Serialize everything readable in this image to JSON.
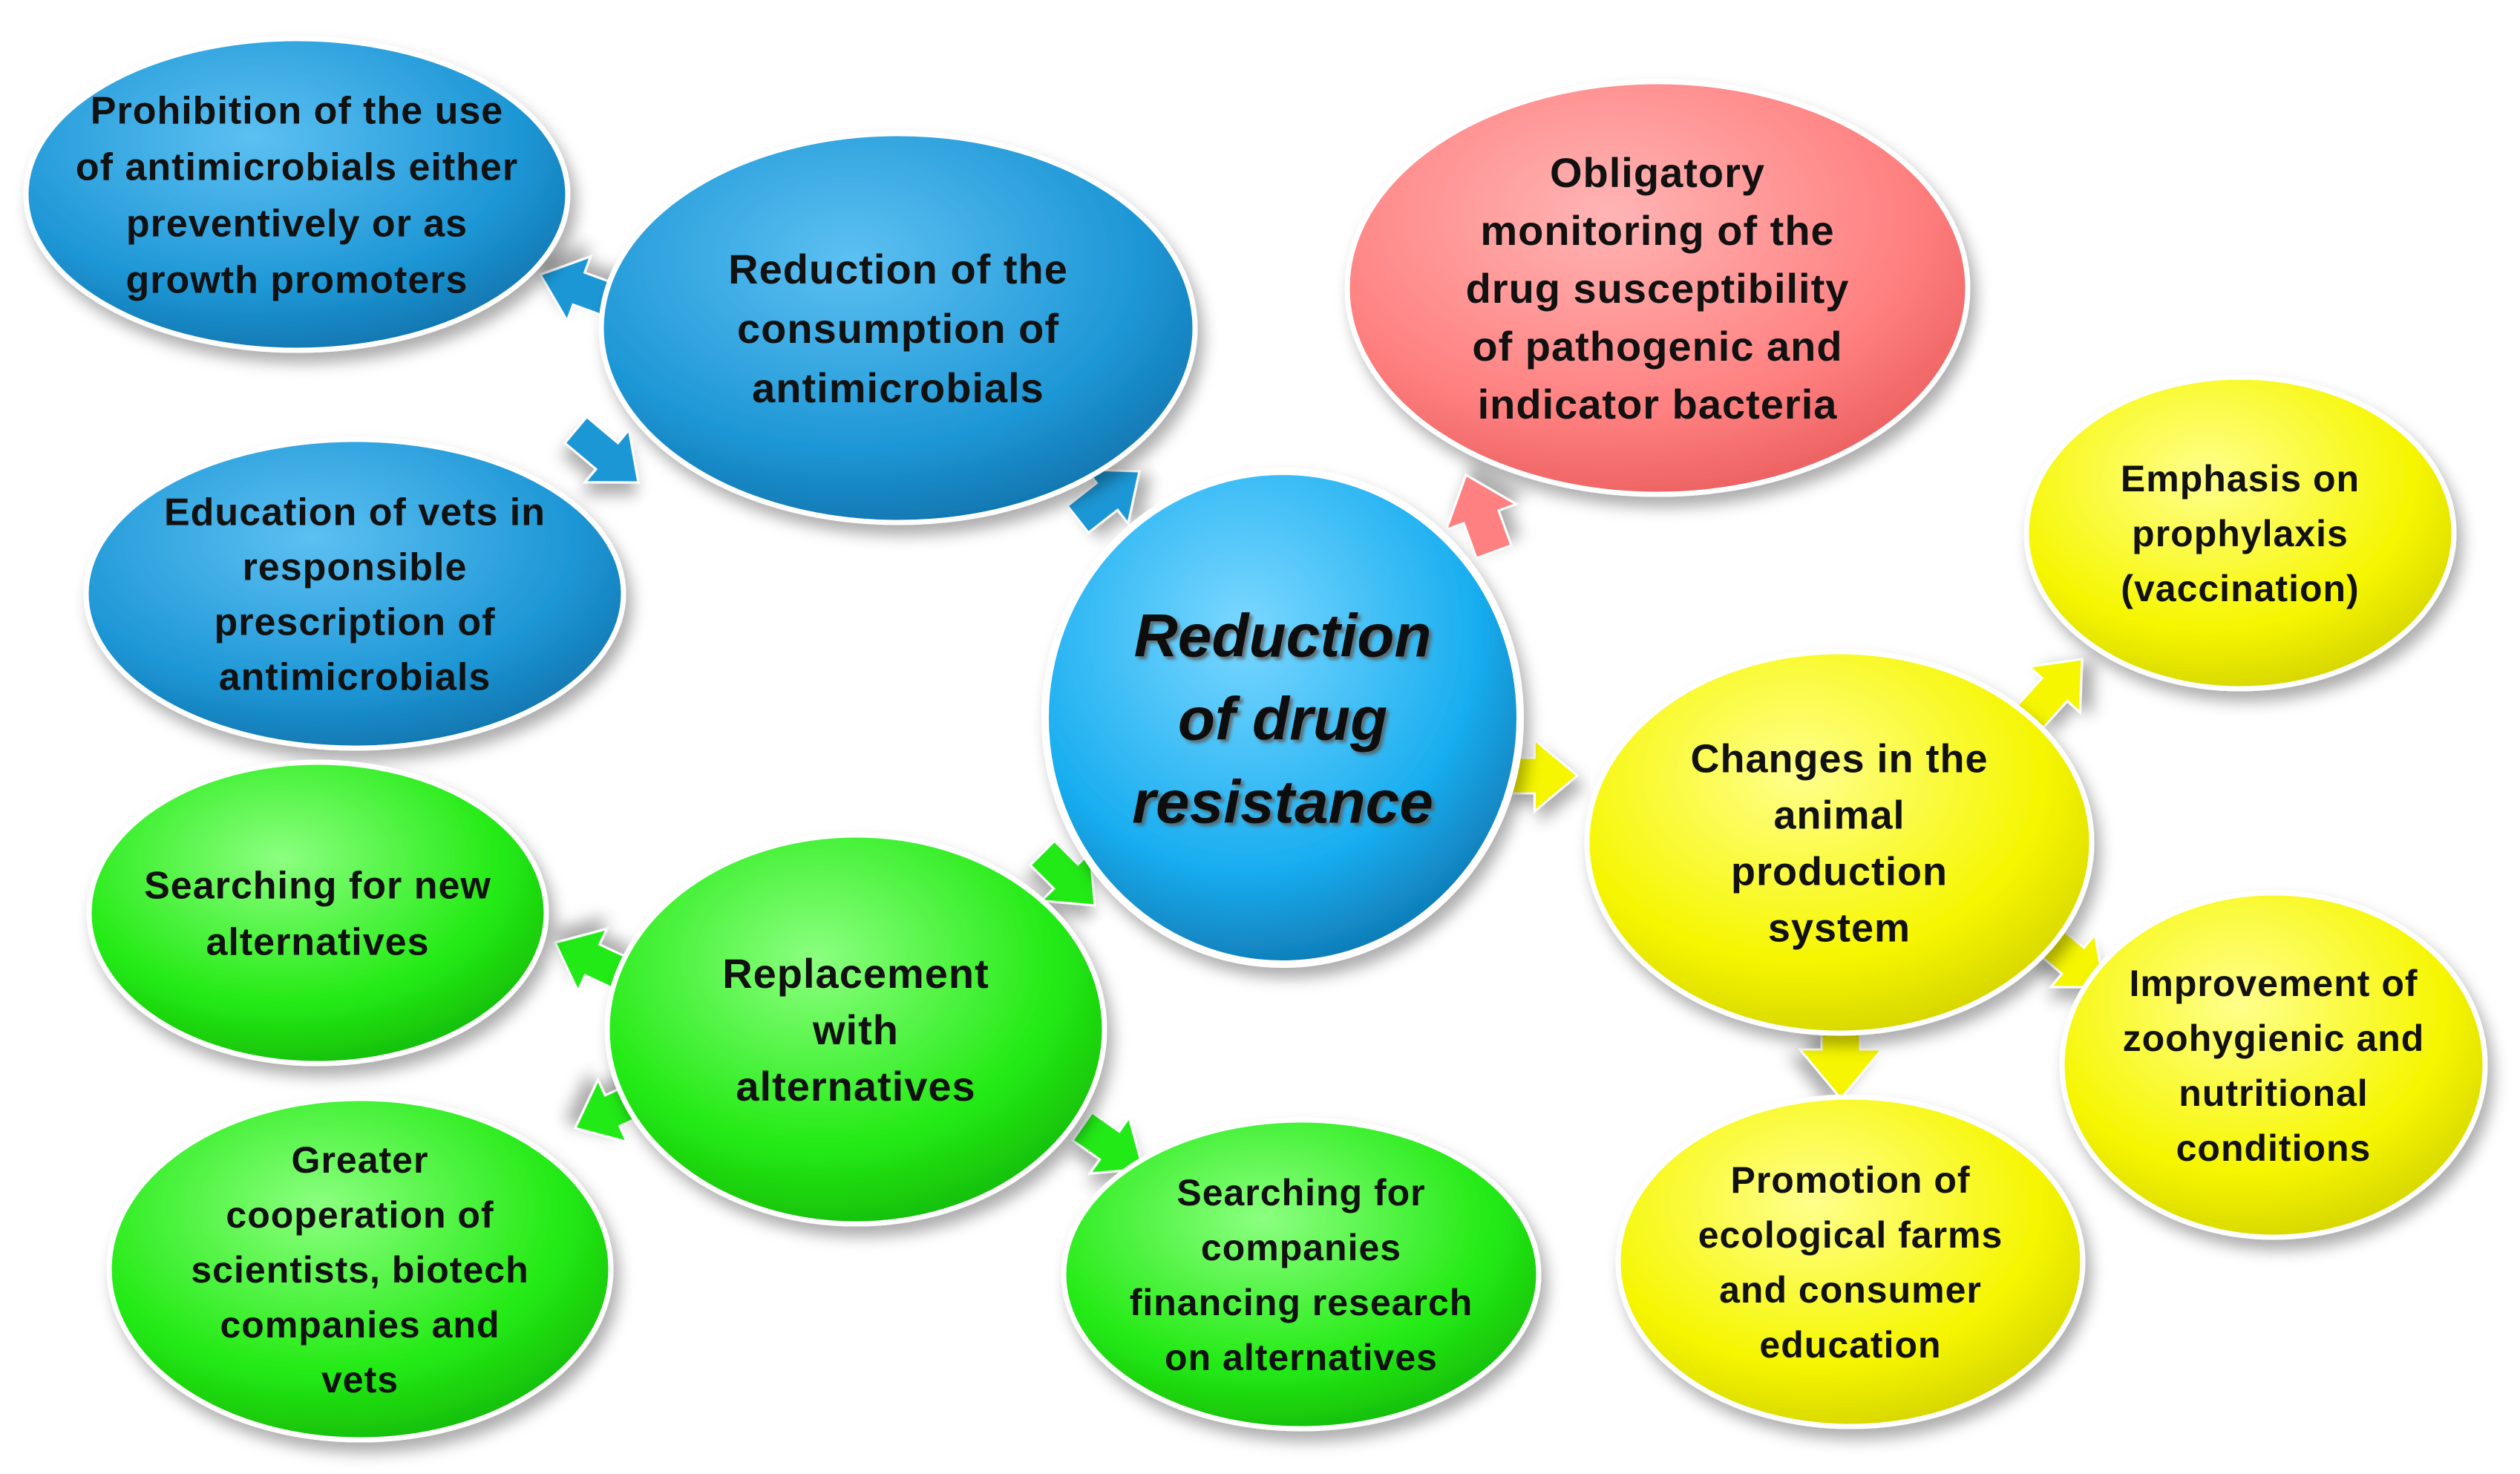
{
  "colors": {
    "blue": "#1e97d6",
    "blue_light": "#5cc0f2",
    "blue_dark": "#0d6fa8",
    "center_blue": "#19aef0",
    "center_light": "#7bd7ff",
    "red": "#ff8080",
    "red_light": "#ffb4b4",
    "red_dark": "#e85a5a",
    "yellow": "#f6f600",
    "yellow_light": "#ffff8c",
    "yellow_dark": "#cfcf00",
    "green": "#22ea13",
    "green_light": "#8cff80",
    "green_dark": "#14b40c"
  },
  "center": {
    "lines": [
      "Reduction",
      "of drug",
      "resistance"
    ]
  },
  "branches": {
    "consumption": {
      "lines": [
        "Reduction of the",
        "consumption of",
        "antimicrobials"
      ],
      "children": {
        "prohibition": {
          "lines": [
            "Prohibition of the use",
            "of antimicrobials either",
            "preventively or as",
            "growth promoters"
          ]
        },
        "education": {
          "lines": [
            "Education of vets in",
            "responsible",
            "prescription of",
            "antimicrobials"
          ]
        }
      }
    },
    "monitoring": {
      "lines": [
        "Obligatory",
        "monitoring of the",
        "drug susceptibility",
        "of pathogenic and",
        "indicator bacteria"
      ]
    },
    "production": {
      "lines": [
        "Changes in the",
        "animal",
        "production",
        "system"
      ],
      "children": {
        "prophylaxis": {
          "lines": [
            "Emphasis on",
            "prophylaxis",
            "(vaccination)"
          ]
        },
        "zoohygienic": {
          "lines": [
            "Improvement of",
            "zoohygienic and",
            "nutritional",
            "conditions"
          ]
        },
        "ecological": {
          "lines": [
            "Promotion of",
            "ecological farms",
            "and consumer",
            "education"
          ]
        }
      }
    },
    "replacement": {
      "lines": [
        "Replacement",
        "with",
        "alternatives"
      ],
      "children": {
        "searching_new": {
          "lines": [
            "Searching for new",
            "alternatives"
          ]
        },
        "cooperation": {
          "lines": [
            "Greater",
            "cooperation of",
            "scientists, biotech",
            "companies and",
            "vets"
          ]
        },
        "financing": {
          "lines": [
            "Searching for",
            "companies",
            "financing research",
            "on alternatives"
          ]
        }
      }
    }
  }
}
